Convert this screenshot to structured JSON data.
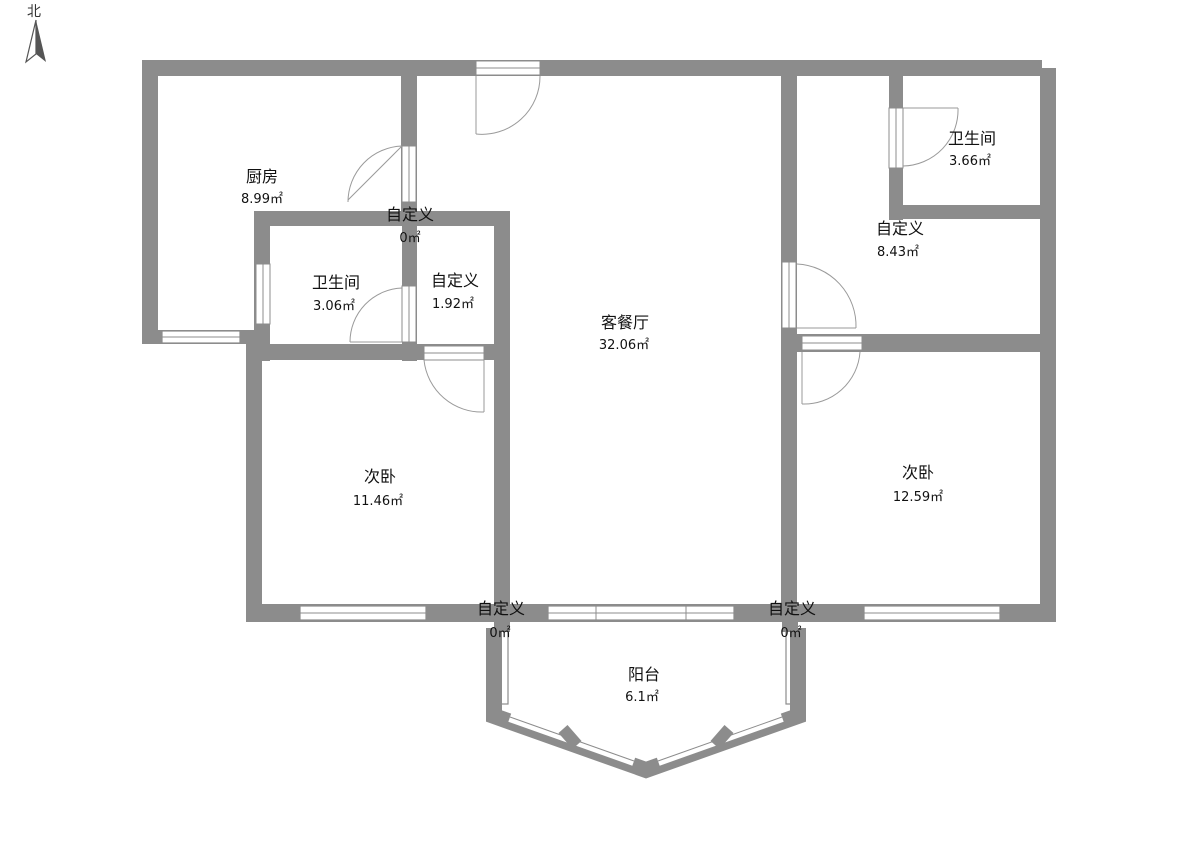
{
  "compass": {
    "label": "北"
  },
  "colors": {
    "wall": "#8c8c8c",
    "window_frame": "#8c8c8c",
    "door_arc": "#9a9a9a",
    "text": "#111111"
  },
  "rooms": [
    {
      "id": "kitchen",
      "name": "厨房",
      "area": "8.99㎡"
    },
    {
      "id": "custom-corridor",
      "name": "自定义",
      "area": "0㎡"
    },
    {
      "id": "bathroom-left",
      "name": "卫生间",
      "area": "3.06㎡"
    },
    {
      "id": "custom-small",
      "name": "自定义",
      "area": "1.92㎡"
    },
    {
      "id": "living-dining",
      "name": "客餐厅",
      "area": "32.06㎡"
    },
    {
      "id": "bathroom-right",
      "name": "卫生间",
      "area": "3.66㎡"
    },
    {
      "id": "custom-right",
      "name": "自定义",
      "area": "8.43㎡"
    },
    {
      "id": "bedroom-left",
      "name": "次卧",
      "area": "11.46㎡"
    },
    {
      "id": "bedroom-right",
      "name": "次卧",
      "area": "12.59㎡"
    },
    {
      "id": "custom-balcony-left",
      "name": "自定义",
      "area": "0㎡"
    },
    {
      "id": "custom-balcony-right",
      "name": "自定义",
      "area": "0㎡"
    },
    {
      "id": "balcony",
      "name": "阳台",
      "area": "6.1㎡"
    }
  ]
}
